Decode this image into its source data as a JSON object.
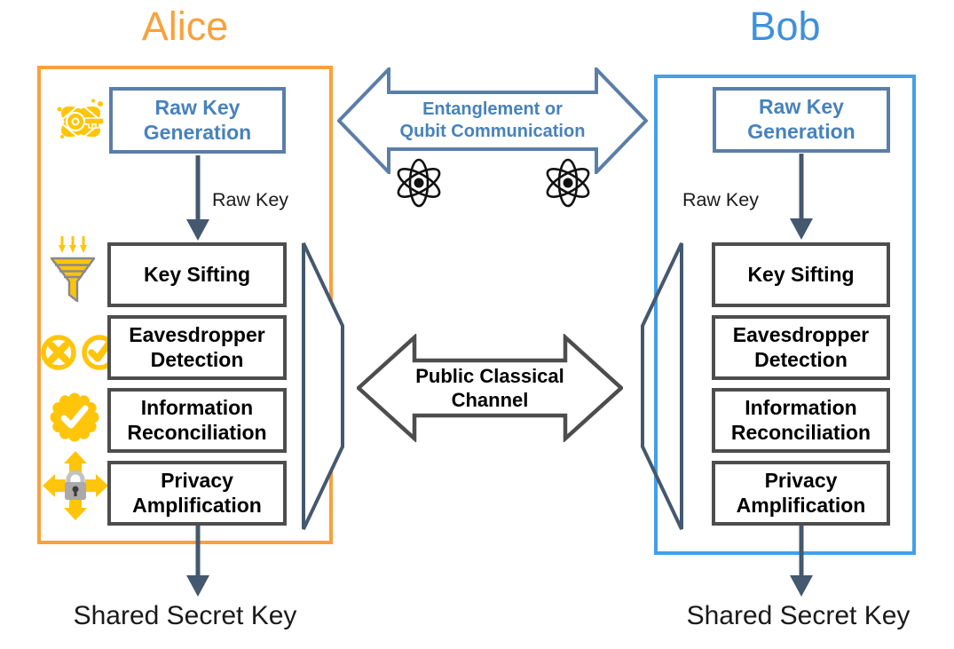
{
  "alice": {
    "title": "Alice",
    "raw_key_generation_label": "Raw Key\nGeneration",
    "raw_key_label": "Raw Key",
    "steps": [
      "Key Sifting",
      "Eavesdropper\nDetection",
      "Information\nReconciliation",
      "Privacy\nAmplification"
    ],
    "output_label": "Shared Secret Key",
    "accent_color": "#F9A13B",
    "icons": [
      "key-generation-icon",
      "key-sifting-funnel-icon",
      "cross-circle-icon",
      "check-circle-icon",
      "verified-badge-icon",
      "privacy-lock-arrows-icon"
    ]
  },
  "bob": {
    "title": "Bob",
    "raw_key_generation_label": "Raw Key\nGeneration",
    "raw_key_label": "Raw Key",
    "steps": [
      "Key Sifting",
      "Eavesdropper\nDetection",
      "Information\nReconciliation",
      "Privacy\nAmplification"
    ],
    "output_label": "Shared Secret Key",
    "accent_color": "#42A0E8"
  },
  "channels": {
    "quantum_label": "Entanglement or\nQubit Communication",
    "quantum_icons": [
      "atom-icon",
      "atom-icon"
    ],
    "classical_label": "Public Classical\nChannel"
  },
  "colors": {
    "alice_orange": "#F9A13B",
    "bob_blue_border": "#42A0E8",
    "bob_blue_title": "#3E90DC",
    "steel_blue_border": "#5B7EA8",
    "blue_text": "#4782BC",
    "dark_navy_arrows": "#44586F",
    "step_border_gray": "#4D4D4D",
    "icon_gold": "#FFC50A",
    "funnel_outline_gray": "#8A8A8A"
  }
}
